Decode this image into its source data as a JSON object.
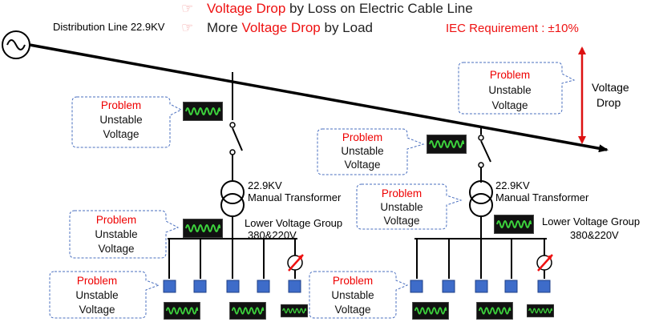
{
  "header": {
    "hand_glyph": "☞",
    "line1": {
      "highlight": "Voltage Drop",
      "rest": " by Loss on Electric Cable Line"
    },
    "line2": {
      "pre": "More ",
      "highlight": "Voltage Drop",
      "post": " by Load"
    },
    "iec_requirement": "IEC Requirement : ±10%"
  },
  "distribution_line_label": "Distribution Line 22.9KV",
  "voltage_drop_label": [
    "Voltage",
    "Drop"
  ],
  "problem_callouts": [
    {
      "title": "Problem",
      "lines": [
        "Unstable",
        "Voltage"
      ]
    },
    {
      "title": "Problem",
      "lines": [
        "Unstable",
        "Voltage"
      ]
    },
    {
      "title": "Problem",
      "lines": [
        "Unstable",
        "Voltage"
      ]
    },
    {
      "title": "Problem",
      "lines": [
        "Unstable",
        "Voltage"
      ]
    },
    {
      "title": "Problem",
      "lines": [
        "Unstable",
        "Voltage"
      ]
    },
    {
      "title": "Problem",
      "lines": [
        "Unstable",
        "Voltage"
      ]
    },
    {
      "title": "Problem",
      "lines": [
        "Unstable",
        "Voltage"
      ]
    }
  ],
  "transformers": [
    {
      "rating": "22.9KV",
      "name": "Manual Transformer",
      "group": "Lower Voltage Group",
      "group_voltage": "380&220V"
    },
    {
      "rating": "22.9KV",
      "name": "Manual Transformer",
      "group": "Lower Voltage Group",
      "group_voltage": "380&220V"
    }
  ],
  "icons": {
    "source": "ac-source-icon",
    "switch": "switch-icon",
    "transformer": "transformer-icon",
    "load": "load-block-icon",
    "waveform": "waveform-icon",
    "meter": "variable-load-icon"
  },
  "colors": {
    "highlight_red": "#ee1111",
    "callout_border": "#4a6fbf",
    "load_blue": "#3e6cc9",
    "waveform_green": "#3cd13c",
    "drop_arrow_red": "#dd1111"
  }
}
